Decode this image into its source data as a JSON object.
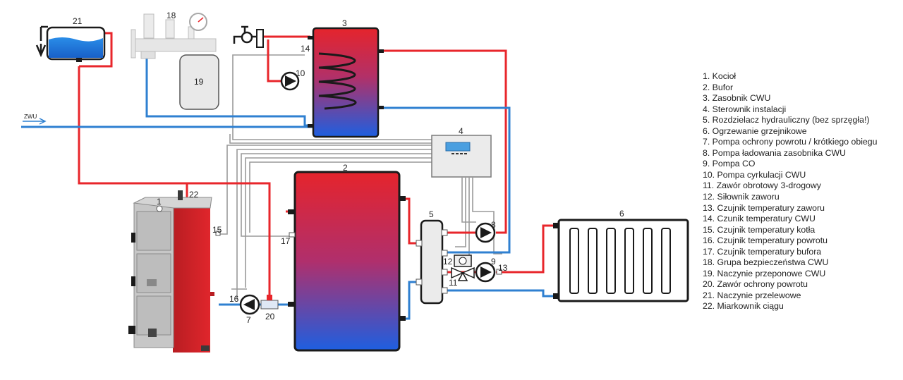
{
  "colors": {
    "supply": "#e8262b",
    "return": "#2f80d1",
    "signal": "#9a9a9a",
    "outline": "#1a1a1a",
    "boiler_red": "#d8252a",
    "boiler_grey": "#c7c7c7"
  },
  "labels": {
    "boiler": "1",
    "buffer": "2",
    "dhw_tank": "3",
    "controller": "4",
    "manifold": "5",
    "radiator": "6",
    "pump_return": "7",
    "pump_dhw": "8",
    "pump_co": "9",
    "pump_circ": "10",
    "valve": "11",
    "actuator": "12",
    "sensor_valve": "13",
    "sensor_dhw": "14",
    "sensor_boiler": "15",
    "sensor_return": "16",
    "sensor_buffer": "17",
    "safety_group": "18",
    "expansion_vessel": "19",
    "return_valve": "20",
    "overflow_vessel": "21",
    "draft_regulator": "22",
    "inlet": "ZWU"
  },
  "legend": [
    "1. Kocioł",
    "2. Bufor",
    "3. Zasobnik CWU",
    "4. Sterownik instalacji",
    "5. Rozdzielacz hydrauliczny (bez sprzęgła!)",
    "6. Ogrzewanie grzejnikowe",
    "7. Pompa ochrony powrotu / krótkiego obiegu",
    "8. Pompa ładowania zasobnika CWU",
    "9. Pompa CO",
    "10. Pompa cyrkulacji CWU",
    "11. Zawór obrotowy 3-drogowy",
    "12. Siłownik zaworu",
    "13. Czujnik temperatury zaworu",
    "14. Czunik temperatury CWU",
    "15. Czujnik temperatury kotła",
    "16. Czujnik temperatury powrotu",
    "17. Czujnik temperatury bufora",
    "18. Grupa bezpieczeństwa CWU",
    "19. Naczynie przeponowe CWU",
    "20. Zawór ochrony powrotu",
    "21. Naczynie przelewowe",
    "22. Miarkownik ciągu"
  ]
}
